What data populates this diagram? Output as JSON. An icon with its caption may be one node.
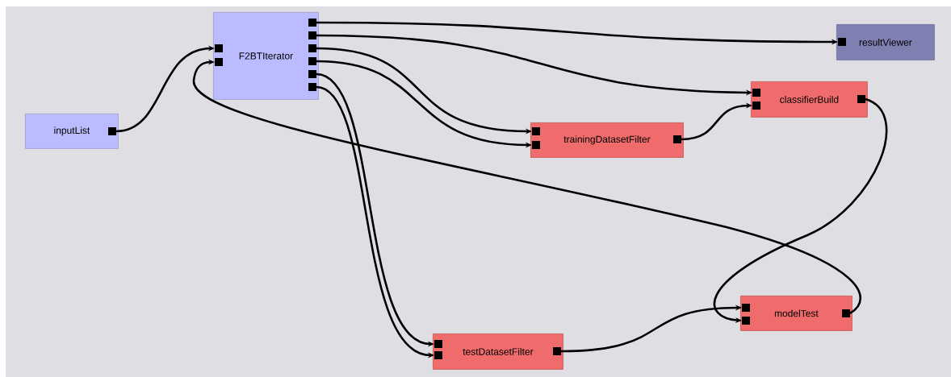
{
  "diagram": {
    "nodes": [
      {
        "text": [
          "inputList"
        ]
      },
      {
        "text": [
          "F2BTIterator"
        ]
      },
      {
        "text": [
          "resultViewer"
        ]
      },
      {
        "text": [
          "classifierBuild"
        ]
      },
      {
        "text": [
          "trainingDatasetFilter"
        ]
      },
      {
        "text": [
          "testDatasetFilter"
        ]
      },
      {
        "text": [
          "modelTest"
        ]
      }
    ],
    "edges": [
      {
        "from": 0,
        "to": 1,
        "arrow": "to"
      },
      {
        "from": 6,
        "to": 1,
        "arrow": "to"
      },
      {
        "from": 1,
        "to": 2,
        "arrow": "to"
      },
      {
        "from": 1,
        "to": 3,
        "arrow": "to"
      },
      {
        "from": 1,
        "to": 4,
        "arrow": "to"
      },
      {
        "from": 1,
        "to": 4,
        "arrow": "to"
      },
      {
        "from": 1,
        "to": 5,
        "arrow": "to"
      },
      {
        "from": 1,
        "to": 5,
        "arrow": "to"
      },
      {
        "from": 4,
        "to": 3,
        "arrow": "to"
      },
      {
        "from": 3,
        "to": 6,
        "arrow": "to"
      },
      {
        "from": 5,
        "to": 6,
        "arrow": "to"
      }
    ]
  }
}
